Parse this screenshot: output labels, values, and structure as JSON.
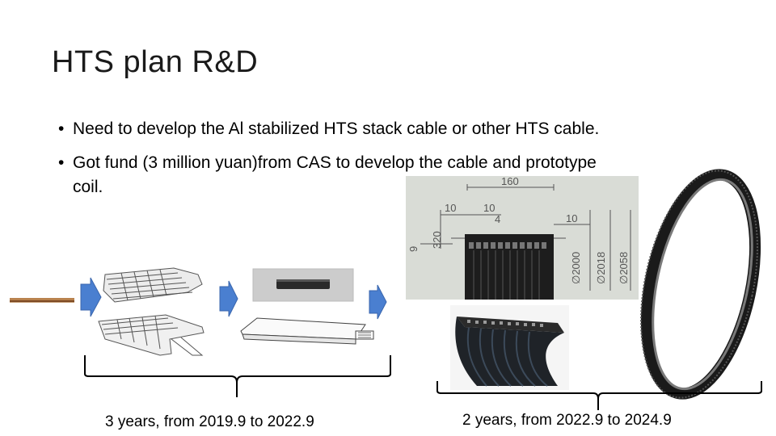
{
  "slide": {
    "title": "HTS plan R&D",
    "bullets": [
      "Need to develop the Al stabilized HTS stack cable or other HTS cable.",
      "Got fund (3 million yuan)from CAS to develop the cable and prototype"
    ],
    "bullet_continuation": "coil.",
    "captions": {
      "phase1": "3 years, from 2019.9 to 2022.9",
      "phase2": "2 years, from 2022.9 to 2024.9"
    }
  },
  "drawing": {
    "dims": {
      "top": "160",
      "left_gap": "10",
      "mid_gap": "10",
      "right_gap": "10",
      "height_a": "9",
      "height_b": "320",
      "dia_1": "∅2000",
      "dia_2": "∅2018",
      "dia_3": "∅2058",
      "tick": "4"
    }
  },
  "colors": {
    "arrow_fill": "#4a7fd0",
    "arrow_stroke": "#3a66ad",
    "bracket": "#000000",
    "drawing_bg": "#d9dcd6"
  }
}
